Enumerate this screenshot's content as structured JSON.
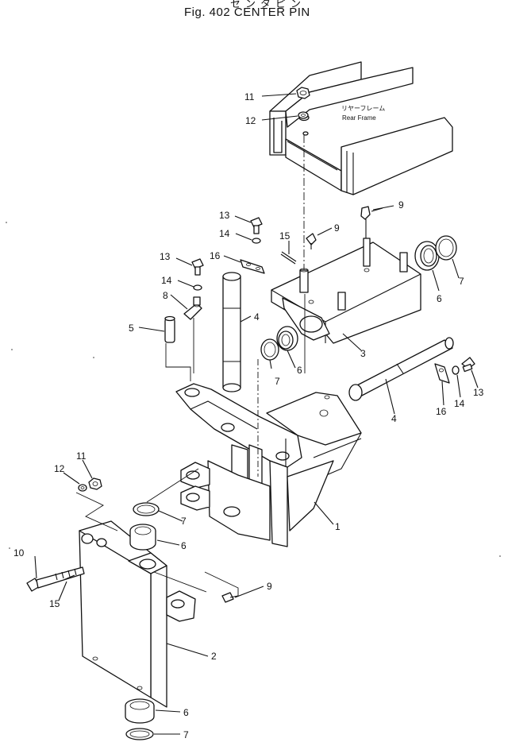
{
  "title": {
    "japanese": "センタピン",
    "main": "Fig. 402  CENTER PIN"
  },
  "frame_label": {
    "japanese": "リヤーフレーム",
    "english": "Rear  Frame"
  },
  "callouts": [
    {
      "id": "c11-top",
      "label": "11"
    },
    {
      "id": "c12-top",
      "label": "12"
    },
    {
      "id": "c9-a",
      "label": "9"
    },
    {
      "id": "c9-b",
      "label": "9"
    },
    {
      "id": "c13-a",
      "label": "13"
    },
    {
      "id": "c14-a",
      "label": "14"
    },
    {
      "id": "c15-a",
      "label": "15"
    },
    {
      "id": "c16-a",
      "label": "16"
    },
    {
      "id": "c13-b",
      "label": "13"
    },
    {
      "id": "c14-b",
      "label": "14"
    },
    {
      "id": "c8",
      "label": "8"
    },
    {
      "id": "c5",
      "label": "5"
    },
    {
      "id": "c4-a",
      "label": "4"
    },
    {
      "id": "c7-a",
      "label": "7"
    },
    {
      "id": "c6-a",
      "label": "6"
    },
    {
      "id": "c3",
      "label": "3"
    },
    {
      "id": "c6-b",
      "label": "6"
    },
    {
      "id": "c7-b",
      "label": "7"
    },
    {
      "id": "c9-c",
      "label": "9"
    },
    {
      "id": "c13-c",
      "label": "13"
    },
    {
      "id": "c14-c",
      "label": "14"
    },
    {
      "id": "c16-b",
      "label": "16"
    },
    {
      "id": "c4-b",
      "label": "4"
    },
    {
      "id": "c11-bot",
      "label": "11"
    },
    {
      "id": "c12-bot",
      "label": "12"
    },
    {
      "id": "c7-c",
      "label": "7"
    },
    {
      "id": "c1",
      "label": "1"
    },
    {
      "id": "c6-c",
      "label": "6"
    },
    {
      "id": "c10",
      "label": "10"
    },
    {
      "id": "c15-b",
      "label": "15"
    },
    {
      "id": "c2",
      "label": "2"
    },
    {
      "id": "c6-d",
      "label": "6"
    },
    {
      "id": "c7-d",
      "label": "7"
    }
  ]
}
